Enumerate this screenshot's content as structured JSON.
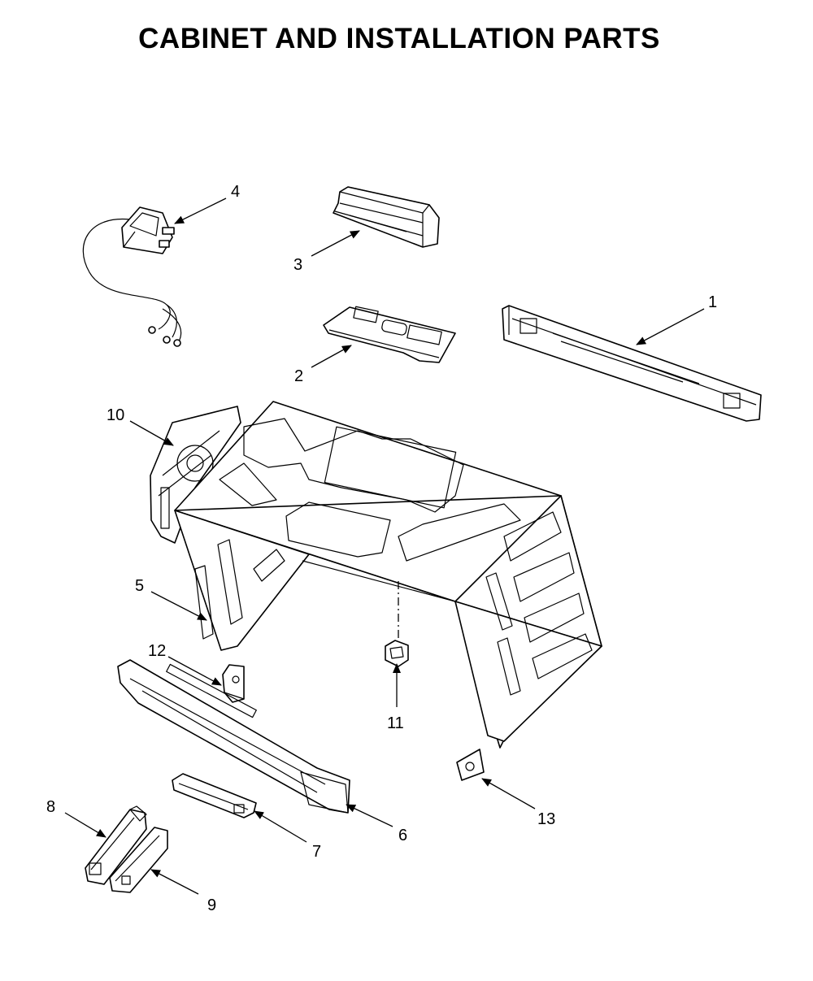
{
  "title": "CABINET AND INSTALLATION PARTS",
  "callouts": [
    {
      "id": "1",
      "label": "1"
    },
    {
      "id": "2",
      "label": "2"
    },
    {
      "id": "3",
      "label": "3"
    },
    {
      "id": "4",
      "label": "4"
    },
    {
      "id": "5",
      "label": "5"
    },
    {
      "id": "6",
      "label": "6"
    },
    {
      "id": "7",
      "label": "7"
    },
    {
      "id": "8",
      "label": "8"
    },
    {
      "id": "9",
      "label": "9"
    },
    {
      "id": "10",
      "label": "10"
    },
    {
      "id": "11",
      "label": "11"
    },
    {
      "id": "12",
      "label": "12"
    },
    {
      "id": "13",
      "label": "13"
    }
  ],
  "colors": {
    "line": "#000000",
    "background": "#ffffff"
  }
}
